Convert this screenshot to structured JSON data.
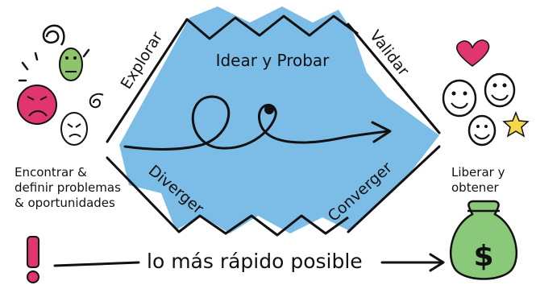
{
  "diagram": {
    "center_title": "Idear y Probar",
    "edge_explore": "Explorar",
    "edge_validate": "Validar",
    "edge_diverge": "Diverger",
    "edge_converge": "Converger",
    "left_caption": [
      "Encontrar &",
      "definir problemas",
      "& oportunidades"
    ],
    "right_caption": [
      "Liberar y",
      "obtener"
    ],
    "bottom_caption": "lo más rápido posible",
    "colors": {
      "shape_fill": "#7cbde8",
      "outline": "#111111",
      "pink": "#e0356f",
      "green": "#8cc56b",
      "money_green": "#8ac97a",
      "star": "#f5d94b"
    }
  }
}
